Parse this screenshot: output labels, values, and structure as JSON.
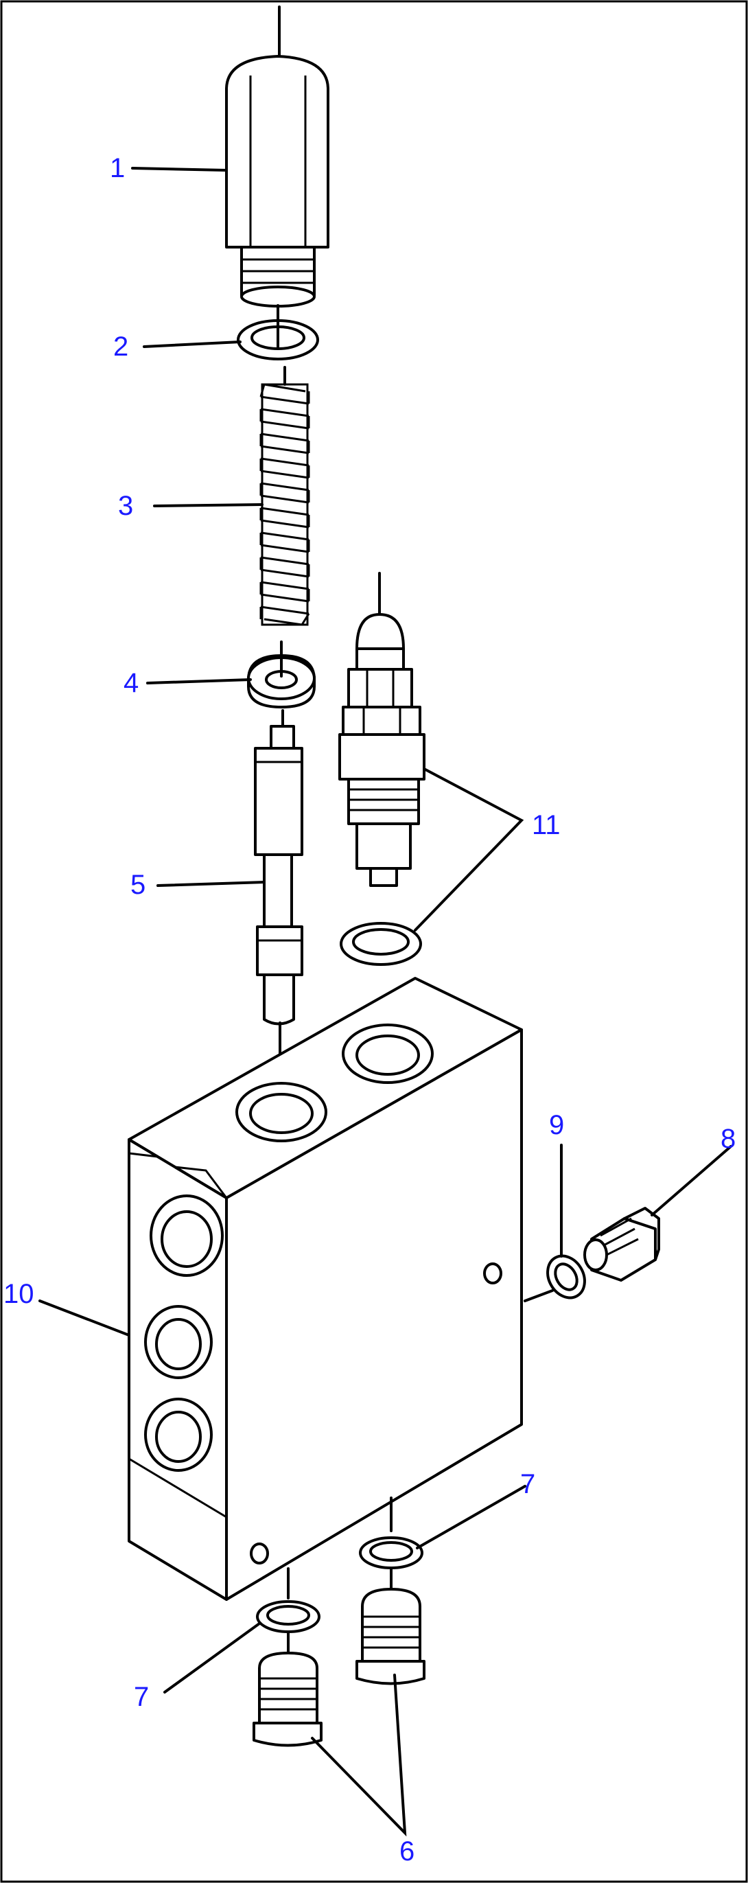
{
  "diagram": {
    "callouts": {
      "c1": "1",
      "c2": "2",
      "c3": "3",
      "c4": "4",
      "c5": "5",
      "c6": "6",
      "c7a": "7",
      "c7b": "7",
      "c8": "8",
      "c9": "9",
      "c10": "10",
      "c11": "11"
    },
    "colors": {
      "callout": "#1a1aff",
      "line": "#000000",
      "background": "#ffffff"
    }
  }
}
